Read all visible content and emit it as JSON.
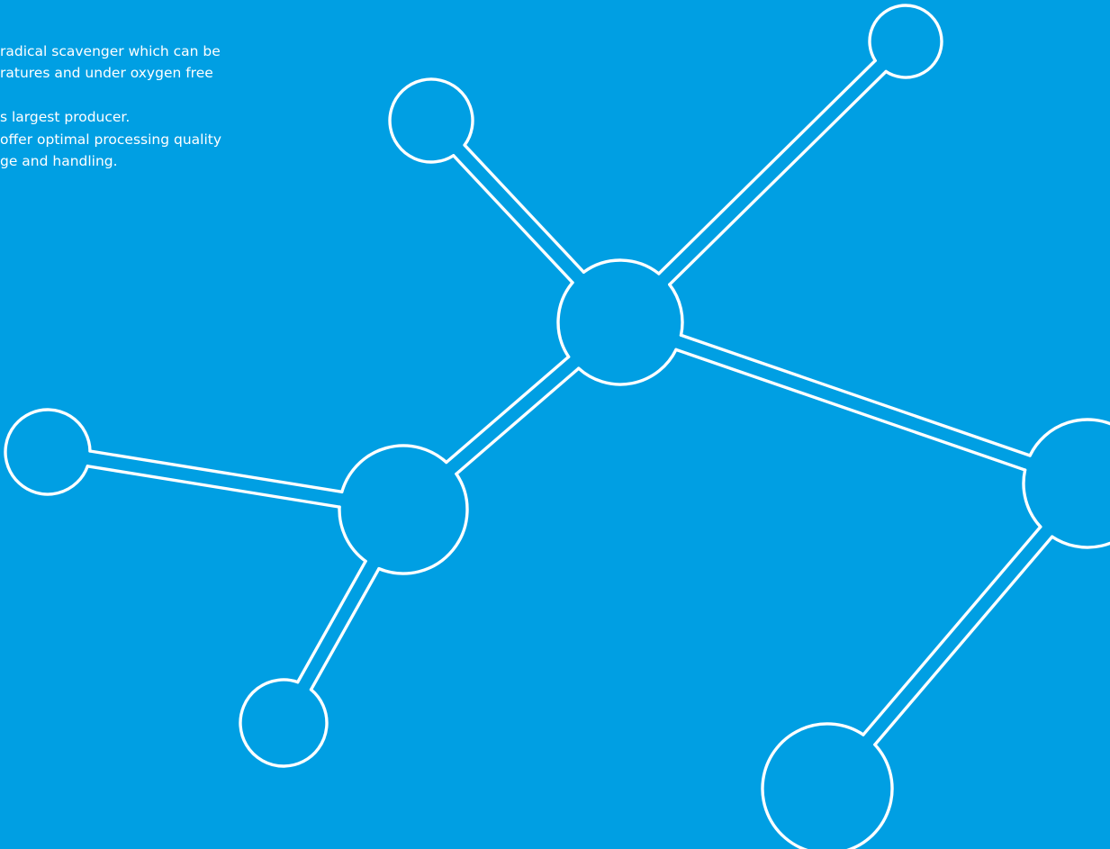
{
  "text": {
    "lines": [
      "radical scavenger which can be",
      "ratures and under oxygen free",
      "",
      "s largest producer.",
      "offer optimal processing quality",
      "ge and handling."
    ]
  },
  "colors": {
    "background": "#009fe3",
    "foreground": "#ffffff"
  },
  "illustration": {
    "icon": "molecule-icon"
  }
}
